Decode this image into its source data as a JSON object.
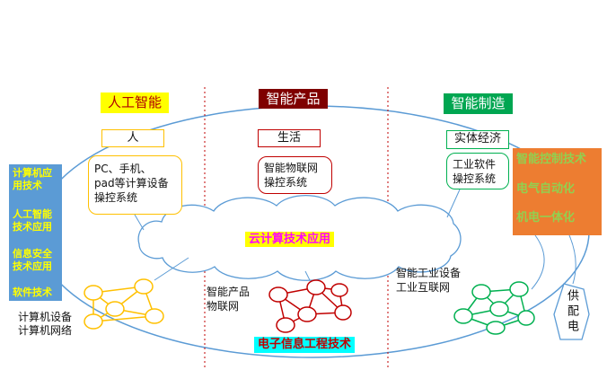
{
  "headers": {
    "ai": "人工智能",
    "product": "智能产品",
    "manufacturing": "智能制造"
  },
  "scenes": {
    "ai": "人",
    "product": "生活",
    "manufacturing": "实体经济"
  },
  "systems": {
    "ai_lines": [
      "PC、手机、",
      "pad等计算设备",
      "操控系统"
    ],
    "product": "智能物联网操控系统",
    "manufacturing": "工业软件操控系统"
  },
  "cloud_label": "云计算技术应用",
  "left_majors": [
    "计算机应用技术",
    "人工智能技术应用",
    "信息安全技术应用",
    "软件技术"
  ],
  "right_majors": [
    "智能控制技术",
    "电气自动化",
    "机电一体化"
  ],
  "network_labels": {
    "ai": [
      "计算机设备",
      "计算机网络"
    ],
    "product": [
      "智能产品",
      "物联网"
    ],
    "manufacturing": [
      "智能工业设备",
      "工业互联网"
    ]
  },
  "bottom_major": "电子信息工程技术",
  "power_supply": "供配电",
  "colors": {
    "ai_accent": "#ffc000",
    "product_accent": "#c00000",
    "manufacturing_accent": "#00b050",
    "outline_blue": "#5b9bd5",
    "left_panel": "#5b9bd5",
    "right_panel": "#ed7d31"
  }
}
